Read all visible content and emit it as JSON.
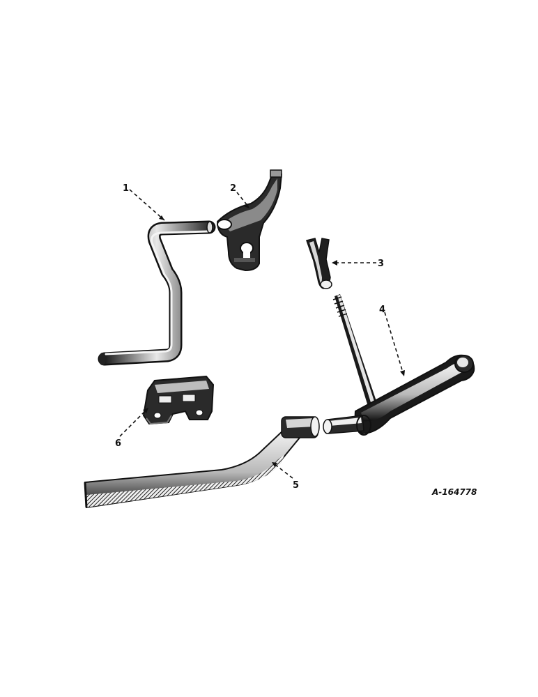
{
  "diagram": {
    "reference_code": "A-164778",
    "callouts": [
      {
        "id": "1",
        "label": "1"
      },
      {
        "id": "2",
        "label": "2"
      },
      {
        "id": "3",
        "label": "3"
      },
      {
        "id": "4",
        "label": "4"
      },
      {
        "id": "5",
        "label": "5"
      },
      {
        "id": "6",
        "label": "6"
      }
    ]
  }
}
